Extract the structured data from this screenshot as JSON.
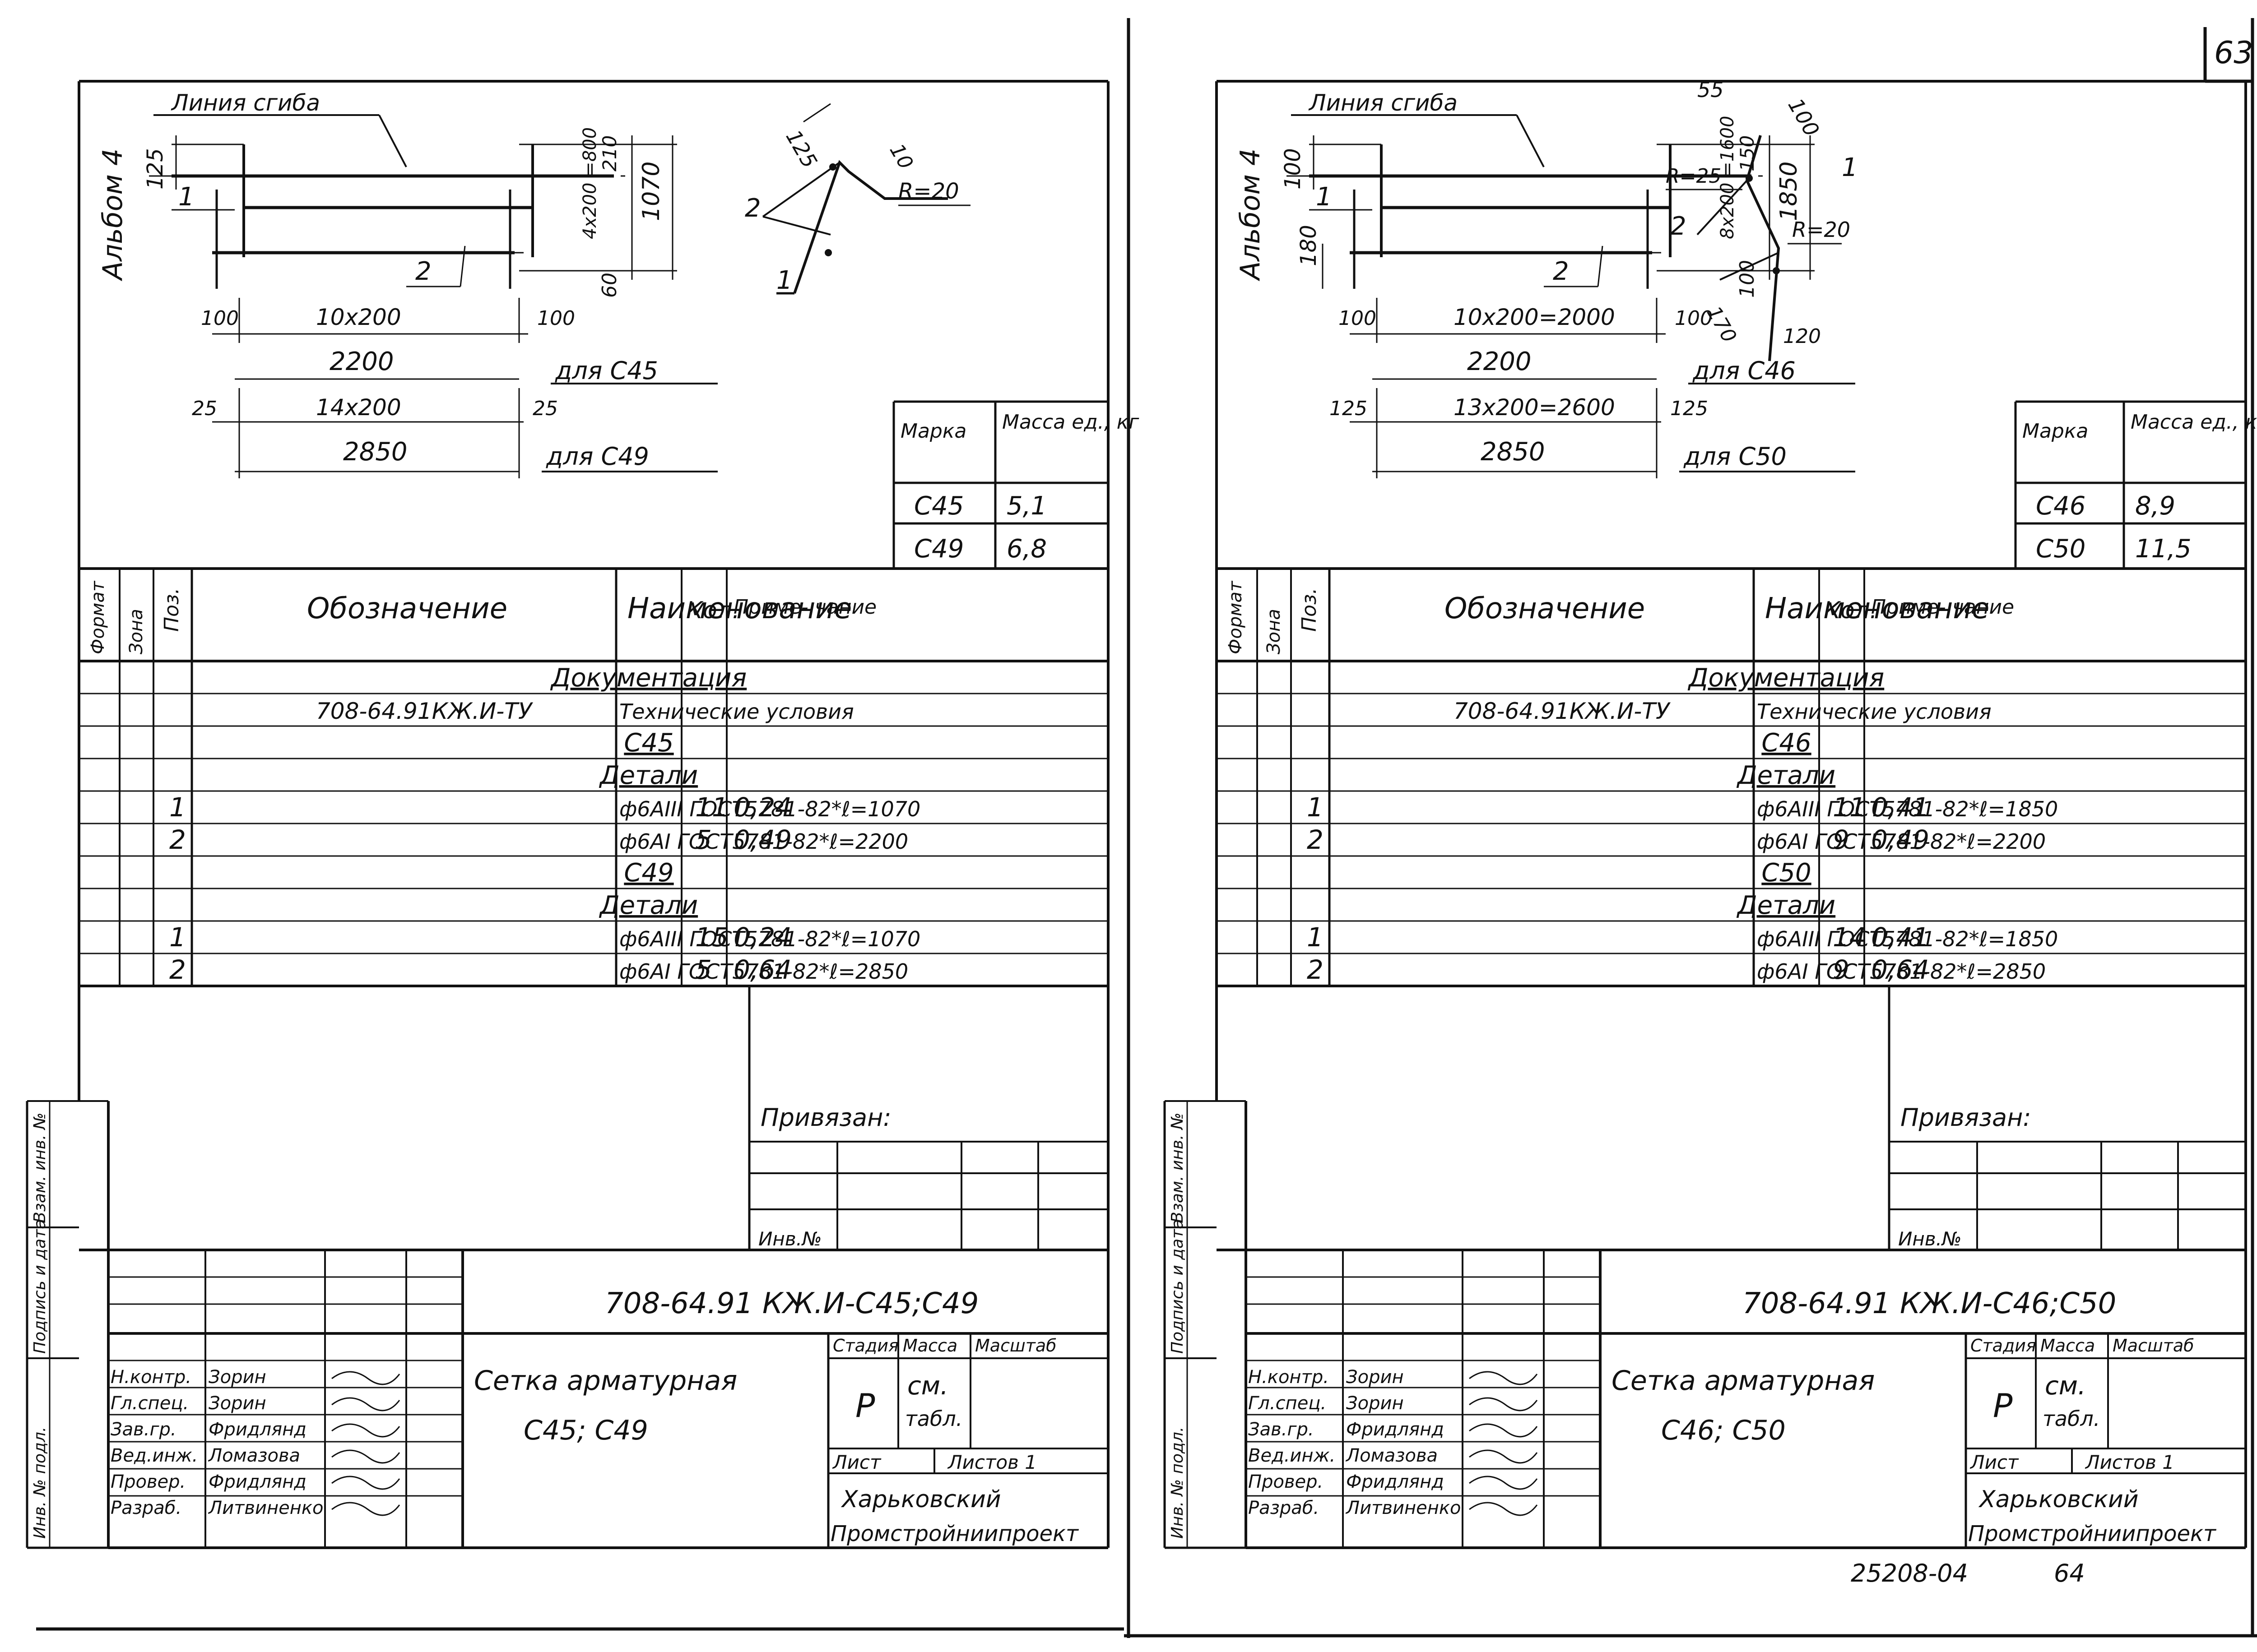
{
  "page_number": "63",
  "bottom_number": "25208-04",
  "bottom_number2": "64",
  "sheets": [
    {
      "album": "Альбом 4",
      "drawing": {
        "bend_line": "Линия сгиба",
        "pos1": "1",
        "pos2": "2",
        "dim_left_top": "125",
        "dim_right_top": "210",
        "dim_right_mid": "4x200 =800",
        "dim_right_total": "1070",
        "dim_right_bottom": "60",
        "dim_lower_100a": "100",
        "dim_lower_spacing1": "10x200",
        "dim_lower_100b": "100",
        "dim_2200": "2200",
        "for_first": "для С45",
        "dim_25a": "25",
        "dim_spacing2": "14x200",
        "dim_25b": "25",
        "dim_2850": "2850",
        "for_second": "для С49",
        "detail_125": "125",
        "detail_10": "10",
        "detail_r": "R=20",
        "detail_pos2": "2",
        "detail_pos1": "1"
      },
      "mass_table": {
        "h_mark": "Марка",
        "h_mass": "Масса ед., кг",
        "rows": [
          {
            "mark": "С45",
            "mass": "5,1"
          },
          {
            "mark": "С49",
            "mass": "6,8"
          }
        ]
      },
      "spec": {
        "h_format": "Формат",
        "h_zone": "Зона",
        "h_pos": "Поз.",
        "h_desig": "Обозначение",
        "h_name": "Наименование",
        "h_qty": "Кол.",
        "h_note": "Приме- чание",
        "rows": [
          {
            "pos": "",
            "des": "",
            "name": "Документация",
            "qty": "",
            "note": "",
            "center": true
          },
          {
            "pos": "",
            "des": "708-64.91КЖ.И-ТУ",
            "name": "Технические условия",
            "qty": "",
            "note": "",
            "center": false
          },
          {
            "pos": "",
            "des": "",
            "name": "С45",
            "qty": "",
            "note": "",
            "center": true
          },
          {
            "pos": "",
            "des": "",
            "name": "Детали",
            "qty": "",
            "note": "",
            "center": true
          },
          {
            "pos": "1",
            "des": "",
            "name": "ф6АIII ГОСТ5781-82*ℓ=1070",
            "qty": "11",
            "note": "0,24",
            "center": false
          },
          {
            "pos": "2",
            "des": "",
            "name": "ф6АI ГОСТ5781-82*ℓ=2200",
            "qty": "5",
            "note": "0,49",
            "center": false
          },
          {
            "pos": "",
            "des": "",
            "name": "С49",
            "qty": "",
            "note": "",
            "center": true
          },
          {
            "pos": "",
            "des": "",
            "name": "Детали",
            "qty": "",
            "note": "",
            "center": true
          },
          {
            "pos": "1",
            "des": "",
            "name": "ф6АIII ГОСТ5781-82*ℓ=1070",
            "qty": "15",
            "note": "0,24",
            "center": false
          },
          {
            "pos": "2",
            "des": "",
            "name": "ф6АI ГОСТ5781-82*ℓ=2850",
            "qty": "5",
            "note": "0,64",
            "center": false
          }
        ]
      },
      "bound": "Привязан:",
      "inv_no": "Инв.№",
      "side_stamp": [
        "Инв. № подл.",
        "Подпись и дата",
        "Взам. инв. №"
      ],
      "title_block": {
        "code": "708-64.91  КЖ.И-С45;С49",
        "people": [
          {
            "role": "Н.контр.",
            "name": "Зорин"
          },
          {
            "role": "Гл.спец.",
            "name": "Зорин"
          },
          {
            "role": "Зав.гр.",
            "name": "Фридлянд"
          },
          {
            "role": "Вед.инж.",
            "name": "Ломазова"
          },
          {
            "role": "Провер.",
            "name": "Фридлянд"
          },
          {
            "role": "Разраб.",
            "name": "Литвиненко"
          }
        ],
        "title1": "Сетка арматурная",
        "title2": "С45; С49",
        "h_stage": "Стадия",
        "h_mass": "Масса",
        "h_scale": "Масштаб",
        "stage": "Р",
        "mass1": "см.",
        "mass2": "табл.",
        "sheet": "Лист",
        "sheets": "Листов 1",
        "org1": "Харьковский",
        "org2": "Промстройниипроект"
      }
    },
    {
      "album": "Альбом 4",
      "drawing": {
        "bend_line": "Линия сгиба",
        "pos1": "1",
        "pos2": "2",
        "dim_left_top": "100",
        "dim_left_bottom": "180",
        "dim_right_top": "150",
        "dim_right_mid": "8x200 =1600",
        "dim_right_total": "1850",
        "dim_right_bottom": "100",
        "dim_lower_100a": "100",
        "dim_lower_spacing1": "10x200=2000",
        "dim_lower_100b": "100",
        "dim_2200": "2200",
        "for_first": "для С46",
        "dim_25a": "125",
        "dim_spacing2": "13x200=2600",
        "dim_25b": "125",
        "dim_2850": "2850",
        "for_second": "для С50",
        "detail_55": "55",
        "detail_100": "100",
        "detail_r25": "R=25",
        "detail_r20": "R=20",
        "detail_170": "170",
        "detail_120": "120",
        "detail_pos2": "2",
        "detail_pos1": "1"
      },
      "mass_table": {
        "h_mark": "Марка",
        "h_mass": "Масса ед., кг",
        "rows": [
          {
            "mark": "С46",
            "mass": "8,9"
          },
          {
            "mark": "С50",
            "mass": "11,5"
          }
        ]
      },
      "spec": {
        "h_format": "Формат",
        "h_zone": "Зона",
        "h_pos": "Поз.",
        "h_desig": "Обозначение",
        "h_name": "Наименование",
        "h_qty": "Кол.",
        "h_note": "Приме- чание",
        "rows": [
          {
            "pos": "",
            "des": "",
            "name": "Документация",
            "qty": "",
            "note": "",
            "center": true
          },
          {
            "pos": "",
            "des": "708-64.91КЖ.И-ТУ",
            "name": "Технические условия",
            "qty": "",
            "note": "",
            "center": false
          },
          {
            "pos": "",
            "des": "",
            "name": "С46",
            "qty": "",
            "note": "",
            "center": true
          },
          {
            "pos": "",
            "des": "",
            "name": "Детали",
            "qty": "",
            "note": "",
            "center": true
          },
          {
            "pos": "1",
            "des": "",
            "name": "ф6АIII ГОСТ5781-82*ℓ=1850",
            "qty": "11",
            "note": "0,41",
            "center": false
          },
          {
            "pos": "2",
            "des": "",
            "name": "ф6АI ГОСТ5781-82*ℓ=2200",
            "qty": "9",
            "note": "0,49",
            "center": false
          },
          {
            "pos": "",
            "des": "",
            "name": "С50",
            "qty": "",
            "note": "",
            "center": true
          },
          {
            "pos": "",
            "des": "",
            "name": "Детали",
            "qty": "",
            "note": "",
            "center": true
          },
          {
            "pos": "1",
            "des": "",
            "name": "ф6АIII ГОСТ5781-82*ℓ=1850",
            "qty": "14",
            "note": "0,41",
            "center": false
          },
          {
            "pos": "2",
            "des": "",
            "name": "ф6АI ГОСТ5781-82*ℓ=2850",
            "qty": "9",
            "note": "0,64",
            "center": false
          }
        ]
      },
      "bound": "Привязан:",
      "inv_no": "Инв.№",
      "side_stamp": [
        "Инв. № подл.",
        "Подпись и дата",
        "Взам. инв. №"
      ],
      "title_block": {
        "code": "708-64.91  КЖ.И-С46;С50",
        "people": [
          {
            "role": "Н.контр.",
            "name": "Зорин"
          },
          {
            "role": "Гл.спец.",
            "name": "Зорин"
          },
          {
            "role": "Зав.гр.",
            "name": "Фридлянд"
          },
          {
            "role": "Вед.инж.",
            "name": "Ломазова"
          },
          {
            "role": "Провер.",
            "name": "Фридлянд"
          },
          {
            "role": "Разраб.",
            "name": "Литвиненко"
          }
        ],
        "title1": "Сетка арматурная",
        "title2": "С46; С50",
        "h_stage": "Стадия",
        "h_mass": "Масса",
        "h_scale": "Масштаб",
        "stage": "Р",
        "mass1": "см.",
        "mass2": "табл.",
        "sheet": "Лист",
        "sheets": "Листов 1",
        "org1": "Харьковский",
        "org2": "Промстройниипроект"
      }
    }
  ]
}
